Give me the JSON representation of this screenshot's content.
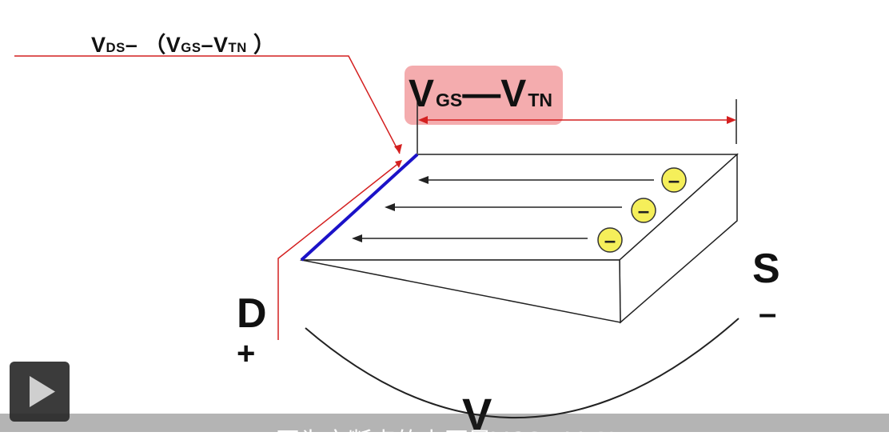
{
  "labels": {
    "vds_v": "V",
    "vds_ds": "DS",
    "vds_mid": "– （V",
    "vds_gs": "GS",
    "vds_dash": "–V",
    "vds_tn": "TN",
    "vds_close": " ）",
    "vgs_v": "V",
    "vgs_gs": "GS",
    "vgs_dash": "—V",
    "vgs_tn": "TN",
    "drain": "D",
    "drain_sign": "+",
    "source": "S",
    "source_sign": "–",
    "v": "V"
  },
  "electron_symbol": "–",
  "subtitle": "因为它断点的电压是VGS－VTN",
  "colors": {
    "red_line": "#d42020",
    "blue_edge": "#1b12c8",
    "highlight": "#f3a3a5",
    "electron_fill": "#f5ef5a",
    "outline": "#222222"
  },
  "player": {
    "play_icon": "play-icon"
  }
}
